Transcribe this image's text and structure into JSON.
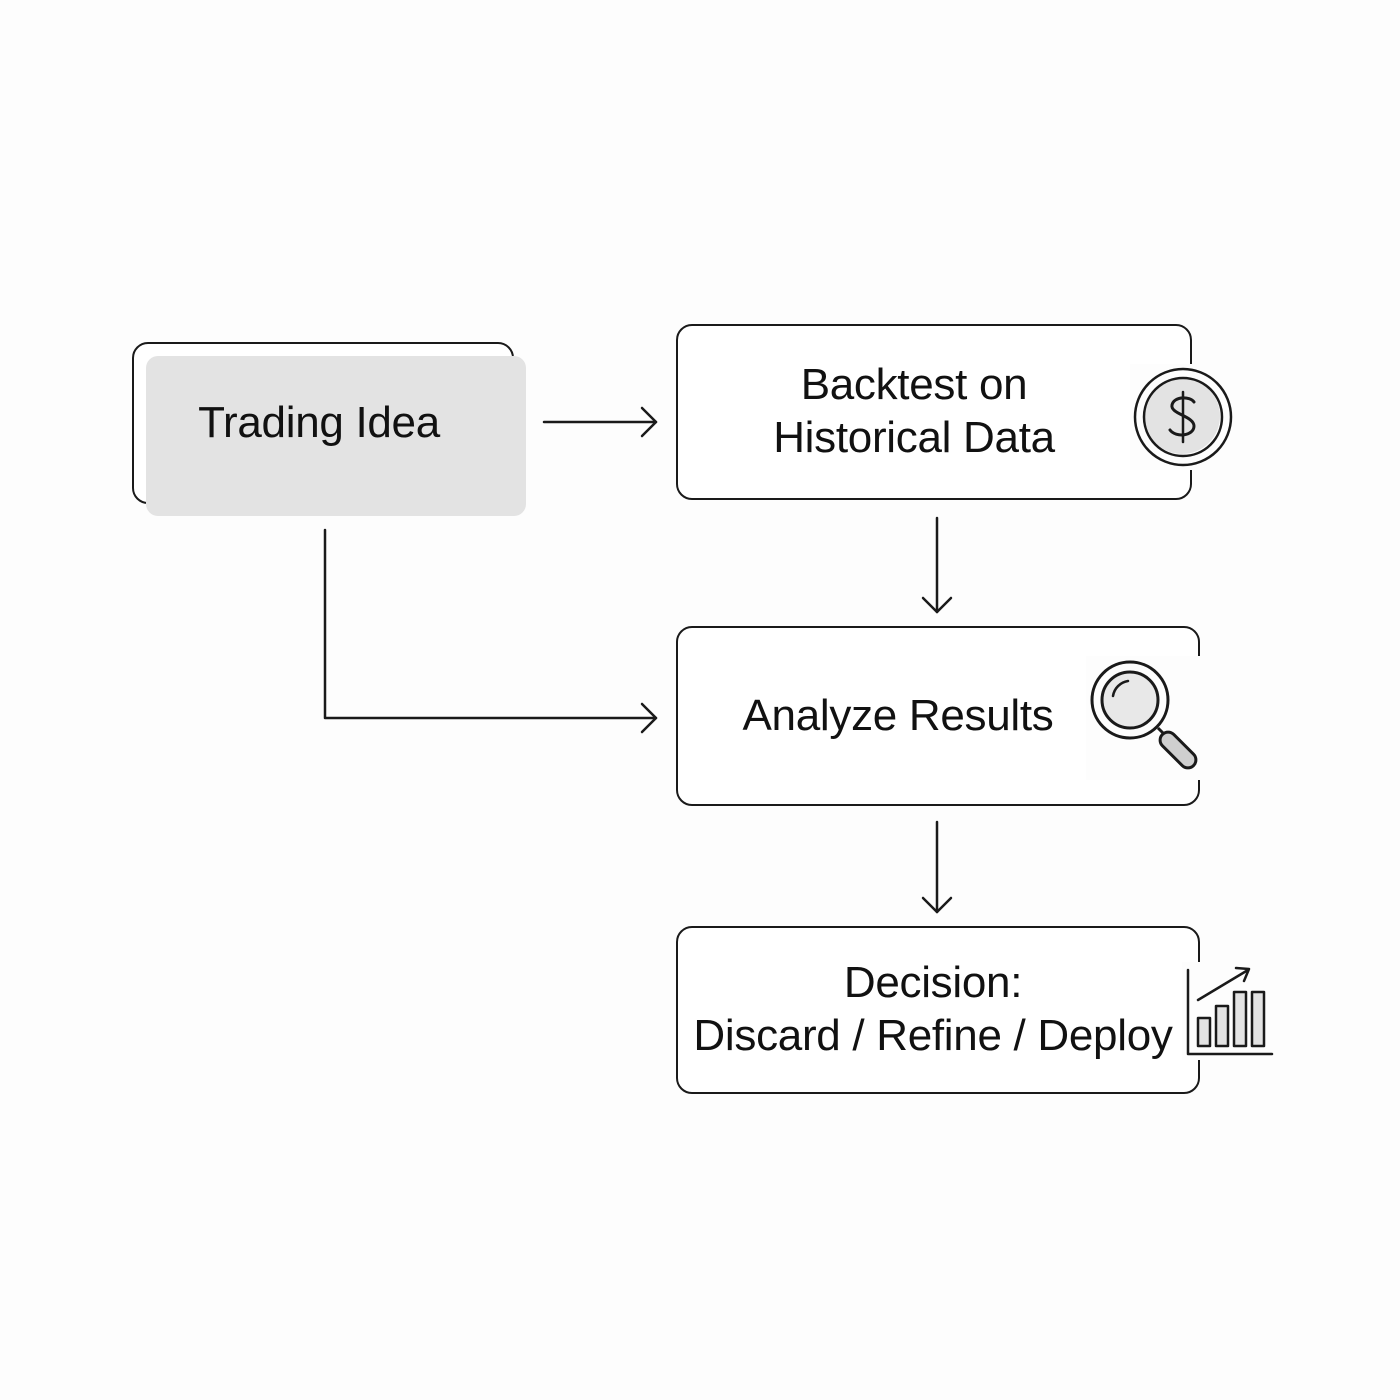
{
  "diagram": {
    "nodes": {
      "trading_idea": {
        "label": "Trading Idea"
      },
      "backtest": {
        "label_line1": "Backtest on",
        "label_line2": "Historical Data",
        "icon": "dollar-coin-icon"
      },
      "analyze": {
        "label": "Analyze Results",
        "icon": "magnifying-glass-icon"
      },
      "decision": {
        "label_line1": "Decision:",
        "label_line2": "Discard / Refine / Deploy",
        "icon": "bar-chart-growth-icon"
      }
    },
    "edges": [
      {
        "from": "trading_idea",
        "to": "backtest"
      },
      {
        "from": "backtest",
        "to": "analyze"
      },
      {
        "from": "trading_idea",
        "to": "analyze"
      },
      {
        "from": "analyze",
        "to": "decision"
      }
    ],
    "colors": {
      "stroke": "#1a1a1a",
      "shade": "#e3e3e3",
      "background": "#fdfdfd"
    }
  }
}
